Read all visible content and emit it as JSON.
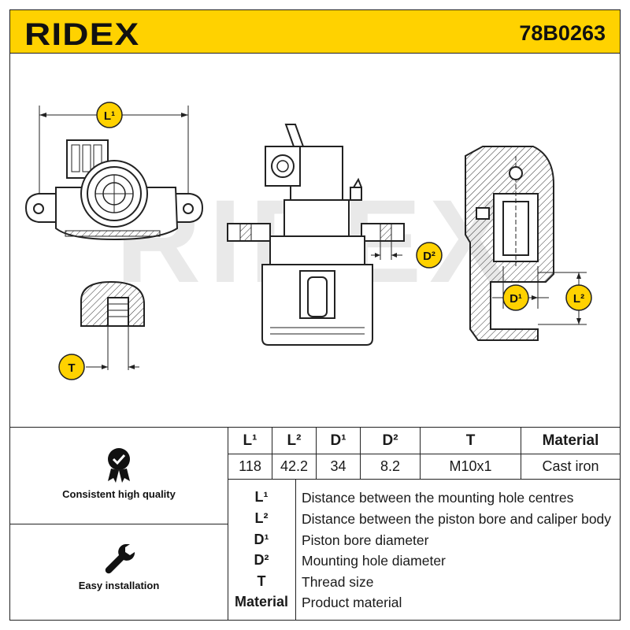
{
  "header": {
    "brand": "RIDEX",
    "part_number": "78B0263",
    "accent_color": "#ffd200"
  },
  "drawing": {
    "watermark": "RIDEX",
    "callouts": {
      "l1": "L¹",
      "l2": "L²",
      "d1": "D¹",
      "d2": "D²",
      "t": "T"
    }
  },
  "features": [
    {
      "label": "Consistent high quality",
      "icon": "quality-check-icon"
    },
    {
      "label": "Easy installation",
      "icon": "wrench-icon"
    }
  ],
  "spec_table": {
    "headers": [
      "L¹",
      "L²",
      "D¹",
      "D²",
      "T",
      "Material"
    ],
    "values": [
      "118",
      "42.2",
      "34",
      "8.2",
      "M10x1",
      "Cast iron"
    ]
  },
  "legend": [
    {
      "symbol": "L¹",
      "description": "Distance between the mounting hole centres"
    },
    {
      "symbol": "L²",
      "description": "Distance between the piston bore and caliper body"
    },
    {
      "symbol": "D¹",
      "description": "Piston bore diameter"
    },
    {
      "symbol": "D²",
      "description": "Mounting hole diameter"
    },
    {
      "symbol": "T",
      "description": "Thread size"
    },
    {
      "symbol": "Material",
      "description": "Product material"
    }
  ]
}
